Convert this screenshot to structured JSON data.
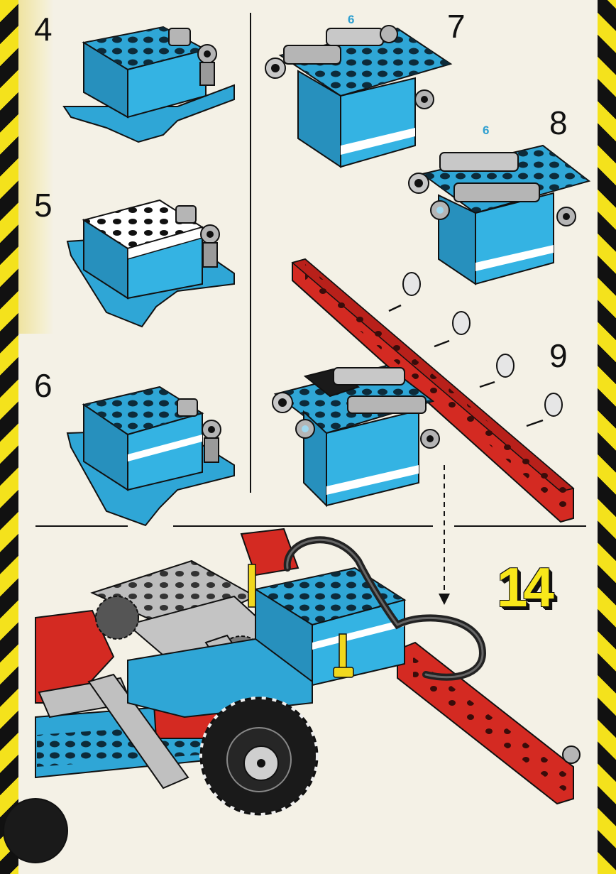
{
  "steps": {
    "s4": "4",
    "s5": "5",
    "s6": "6",
    "s7": "7",
    "s8": "8",
    "s9": "9",
    "main": "14"
  },
  "part_counts": {
    "step7_axle": "6",
    "step8_axle": "6"
  },
  "colors": {
    "brick_blue": "#2fa6d6",
    "brick_red": "#d42a22",
    "technic_gray": "#b5b5b5",
    "tile_white": "#ffffff",
    "hazard_yellow": "#f4e21c",
    "hazard_black": "#111111"
  }
}
